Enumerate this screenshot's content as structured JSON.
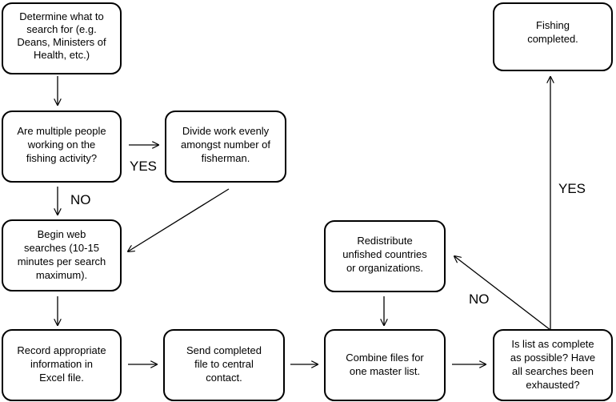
{
  "nodes": {
    "determine": [
      "Determine what to",
      "search for (e.g.",
      "Deans, Ministers of",
      "Health, etc.)"
    ],
    "multiple_people": [
      "Are multiple people",
      "working on the",
      "fishing activity?"
    ],
    "divide_work": [
      "Divide work evenly",
      "amongst number of",
      "fisherman."
    ],
    "begin_searches": [
      "Begin web",
      "searches (10-15",
      "minutes per search",
      "maximum)."
    ],
    "record_info": [
      "Record appropriate",
      "information in",
      "Excel file."
    ],
    "send_file": [
      "Send completed",
      "file to central",
      "contact."
    ],
    "combine_files": [
      "Combine files for",
      "one master list."
    ],
    "redistribute": [
      "Redistribute",
      "unfished countries",
      "or organizations."
    ],
    "list_complete": [
      "Is list as complete",
      "as possible?  Have",
      "all searches been",
      "exhausted?"
    ],
    "fishing_completed": [
      "Fishing",
      "completed."
    ]
  },
  "edge_labels": {
    "yes_divide": "YES",
    "no_begin": "NO",
    "no_redistribute": "NO",
    "yes_complete": "YES"
  }
}
